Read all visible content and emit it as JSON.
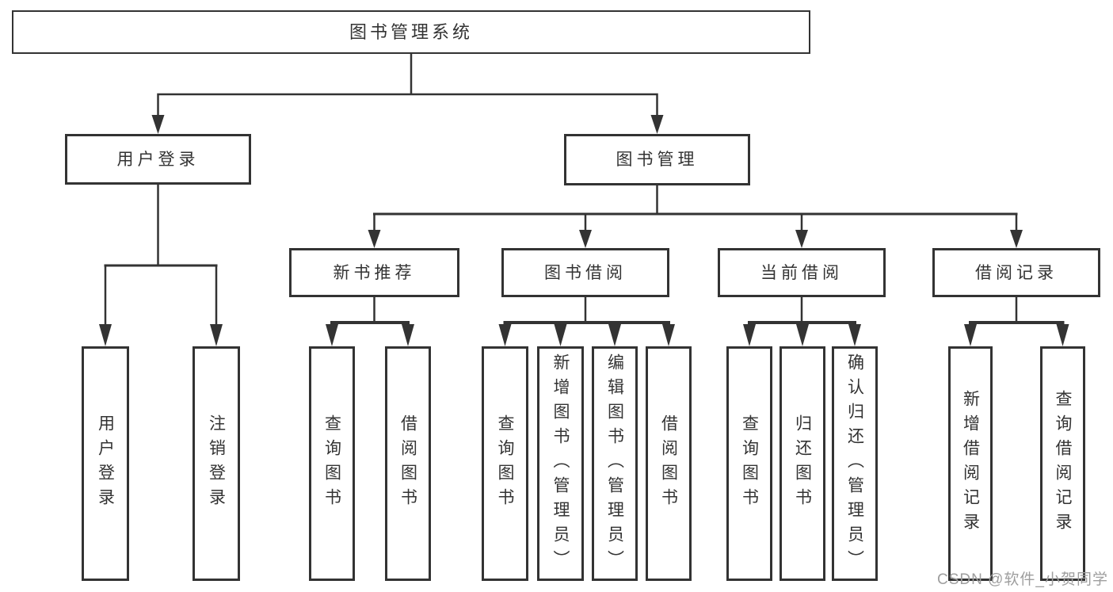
{
  "root": {
    "label": "图书管理系统"
  },
  "branches": [
    {
      "label": "用户登录",
      "children": [
        {
          "label": "用户登录"
        },
        {
          "label": "注销登录"
        }
      ]
    },
    {
      "label": "图书管理",
      "sections": [
        {
          "label": "新书推荐",
          "children": [
            {
              "label": "查询图书"
            },
            {
              "label": "借阅图书"
            }
          ]
        },
        {
          "label": "图书借阅",
          "children": [
            {
              "label": "查询图书"
            },
            {
              "label": "新增图书（管理员）"
            },
            {
              "label": "编辑图书（管理员）"
            },
            {
              "label": "借阅图书"
            }
          ]
        },
        {
          "label": "当前借阅",
          "children": [
            {
              "label": "查询图书"
            },
            {
              "label": "归还图书"
            },
            {
              "label": "确认归还（管理员）"
            }
          ]
        },
        {
          "label": "借阅记录",
          "children": [
            {
              "label": "新增借阅记录"
            },
            {
              "label": "查询借阅记录"
            }
          ]
        }
      ]
    }
  ],
  "watermark": {
    "text": "CSDN @软件_小贺同学",
    "color": "#9e9e9e"
  },
  "colors": {
    "line": "#333333",
    "border": "#333333",
    "text": "#333333",
    "background": "#ffffff"
  }
}
